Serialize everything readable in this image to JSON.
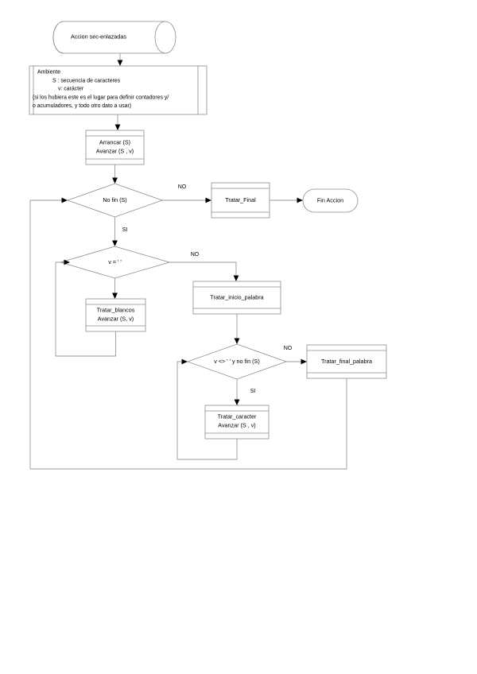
{
  "diagram": {
    "title_shape": {
      "label": "Accion sec-enlazadas",
      "type": "terminator-cylinder"
    },
    "environment_block": {
      "name": "Ambiente",
      "lines": [
        "Ambiente",
        "S : secuencia de caracteres",
        "v: carácter",
        "(si los hubiera este es el lugar para definir contadores y/",
        "o acumuladores, y todo otro dato a usar)"
      ]
    },
    "processes": [
      {
        "id": "arrancar-avanzar",
        "lines": [
          "Arrancar (S)",
          "Avanzar (S , v)"
        ]
      },
      {
        "id": "tratar-final",
        "lines": [
          "Tratar_Final"
        ]
      },
      {
        "id": "tratar-blancos",
        "lines": [
          "Tratar_blancos",
          "Avanzar (S, v)"
        ]
      },
      {
        "id": "tratar-inicio-palabra",
        "lines": [
          "Tratar_inicio_palabra"
        ]
      },
      {
        "id": "tratar-final-palabra",
        "lines": [
          "Tratar_final_palabra"
        ]
      },
      {
        "id": "tratar-caracter",
        "lines": [
          "Tratar_caracter",
          "Avanzar (S , v)"
        ]
      }
    ],
    "decisions": [
      {
        "id": "no-fin",
        "label": "No fin (S)",
        "yes_label": "SI",
        "no_label": "NO"
      },
      {
        "id": "v-igual-blanco",
        "label": "v = ' '",
        "yes_label": "",
        "no_label": "NO"
      },
      {
        "id": "v-distinto-blanco-y-no-fin",
        "label": "v <> ' ' y  no fin (S)",
        "yes_label": "SI",
        "no_label": "NO"
      }
    ],
    "terminators": [
      {
        "id": "fin-accion",
        "label": "Fin Accion"
      }
    ],
    "edge_labels": {
      "no_fin_no": "NO",
      "no_fin_si": "SI",
      "v_blanco_no": "NO",
      "v_distinto_no": "NO",
      "v_distinto_si": "SI"
    },
    "colors": {
      "stroke": "#8c8c8c",
      "connector": "#999999",
      "text": "#000000",
      "fill": "#ffffff",
      "background": "#ffffff"
    }
  }
}
